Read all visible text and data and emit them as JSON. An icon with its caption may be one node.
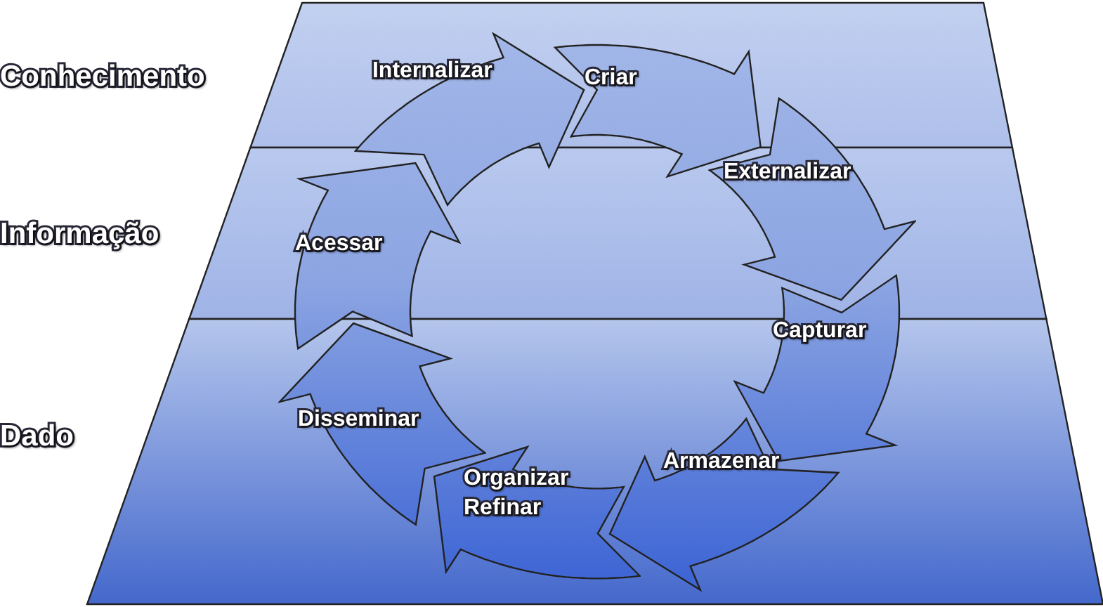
{
  "diagram": {
    "nodes": [
      {
        "text": [
          "Conhecimento"
        ]
      },
      {
        "text": [
          "Informação"
        ]
      },
      {
        "text": [
          "Dado"
        ]
      },
      {
        "text": [
          "Criar"
        ]
      },
      {
        "text": [
          "Externalizar"
        ]
      },
      {
        "text": [
          "Capturar"
        ]
      },
      {
        "text": [
          "Armazenar"
        ]
      },
      {
        "text": [
          "Organizar Refinar"
        ]
      },
      {
        "text": [
          "Disseminar"
        ]
      },
      {
        "text": [
          "Acessar"
        ]
      },
      {
        "text": [
          "Internalizar"
        ]
      }
    ]
  }
}
